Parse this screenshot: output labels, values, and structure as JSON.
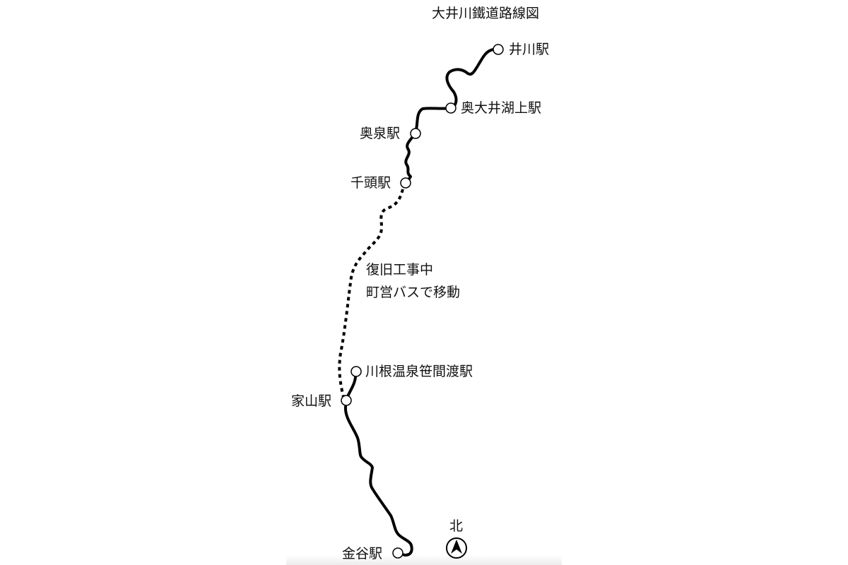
{
  "title": "大井川鐵道路線図",
  "stations": {
    "ikawa": "井川駅",
    "okuoikojo": "奥大井湖上駅",
    "okuizumi": "奥泉駅",
    "senzu": "千頭駅",
    "kawane": "川根温泉笹間渡駅",
    "ieyama": "家山駅",
    "kanaya": "金谷駅"
  },
  "notice": {
    "line1": "復旧工事中",
    "line2": "町営バスで移動"
  },
  "north_label": "北",
  "colors": {
    "line": "#000000",
    "background": "#ffffff"
  }
}
